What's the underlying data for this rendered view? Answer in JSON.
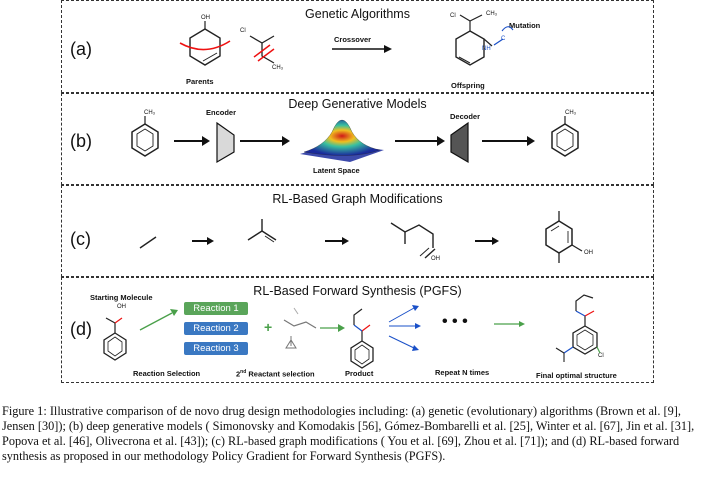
{
  "panels": [
    {
      "label": "(a)",
      "title": "Genetic Algorithms"
    },
    {
      "label": "(b)",
      "title": "Deep Generative Models"
    },
    {
      "label": "(c)",
      "title": "RL-Based Graph Modifications"
    },
    {
      "label": "(d)",
      "title": "RL-Based Forward Synthesis (PGFS)"
    }
  ],
  "a": {
    "parents": "Parents",
    "crossover": "Crossover",
    "mutation": "Mutation",
    "offspring": "Offspring"
  },
  "b": {
    "encoder": "Encoder",
    "decoder": "Decoder",
    "latent": "Latent Space"
  },
  "d": {
    "starting": "Starting Molecule",
    "reactions": [
      "Reaction 1",
      "Reaction 2",
      "Reaction 3"
    ],
    "reaction_selection": "Reaction Selection",
    "second_reactant_pre": "2",
    "second_reactant_sup": "nd",
    "second_reactant_post": " Reactant selection",
    "product": "Product",
    "repeat": "Repeat N times",
    "final": "Final optimal structure",
    "dots": "• • •",
    "reaction_colors": [
      "#5aa55a",
      "#3a78c2",
      "#3a78c2"
    ]
  },
  "atoms": {
    "oh": "OH",
    "cl": "Cl",
    "ch3": "CH₃",
    "nh": "NH",
    "c": "C"
  },
  "caption": "Figure 1:  Illustrative comparison of de novo drug design methodologies including: (a) genetic (evolutionary) algorithms (Brown et al. [9], Jensen [30]); (b) deep generative models ( Simonovsky and Komodakis [56], Gómez-Bombarelli et al. [25], Winter et al. [67], Jin et al. [31], Popova et al. [46], Olivecrona et al. [43]); (c) RL-based graph modifications ( You et al. [69], Zhou et al. [71]); and (d) RL-based forward synthesis as proposed in our methodology Policy Gradient for Forward Synthesis (PGFS)."
}
